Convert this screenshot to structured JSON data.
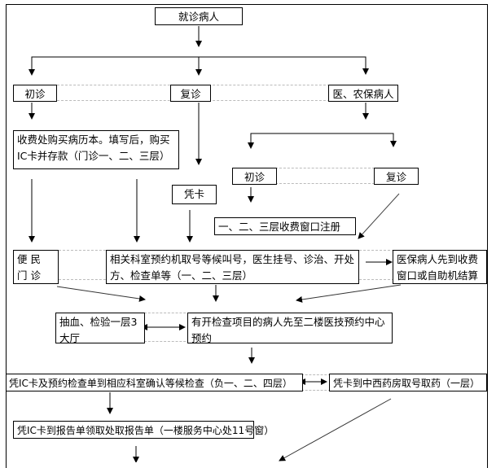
{
  "title": "就诊病人",
  "branches": {
    "first_visit": "初诊",
    "return_visit": "复诊",
    "insured": "医、农保病人"
  },
  "first_visit_step": "收费处购买病历本。填写后，购买IC卡并存款（门诊一、二、三层）",
  "return_visit_step": "凭卡",
  "insured_sub": {
    "first_visit": "初诊",
    "return_visit": "复诊",
    "register": "一、二、三层收费窗口注册"
  },
  "convenience_clinic": "便民门诊",
  "department_step": "相关科室预约机取号等候叫号，医生挂号、诊治、开处方、检查单等（一、二、三层）",
  "insured_payment": "医保病人先到收费窗口或自助机结算",
  "blood_test": "抽血、检验一层3大厅",
  "exam_appointment": "有开检查项目的病人先至二楼医技预约中心预约",
  "exam_confirm": "凭IC卡及预约检查单到相应科室确认等候检查（负一、二、四层）",
  "pharmacy": "凭卡到中西药房取号取药（一层）",
  "report_pickup": "凭IC卡到报告单领取处取报告单（一楼服务中心处11号窗）"
}
